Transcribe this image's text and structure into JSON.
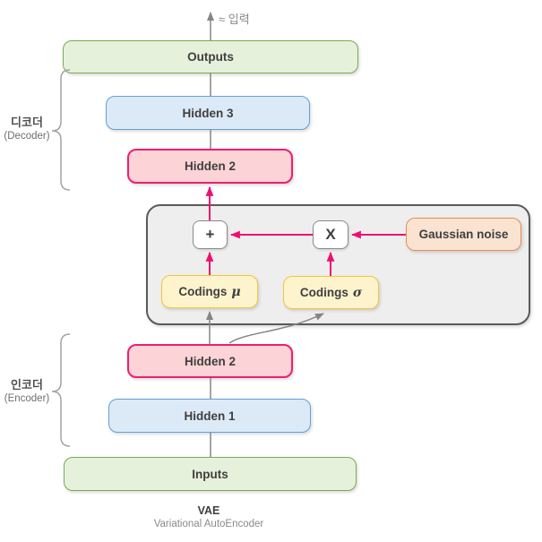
{
  "diagram": {
    "top_label": "≈ 입력",
    "decoder": {
      "ko": "디코더",
      "en": "(Decoder)"
    },
    "encoder": {
      "ko": "인코더",
      "en": "(Encoder)"
    },
    "nodes": {
      "outputs": "Outputs",
      "hidden3": "Hidden 3",
      "hidden2_decoder": "Hidden 2",
      "plus_op": "+",
      "multiply_op": "X",
      "gaussian_noise": "Gaussian noise",
      "codings_mu": {
        "text": "Codings",
        "symbol": "μ"
      },
      "codings_sigma": {
        "text": "Codings",
        "symbol": "σ"
      },
      "hidden2_encoder": "Hidden 2",
      "hidden1": "Hidden 1",
      "inputs": "Inputs"
    },
    "caption": {
      "title": "VAE",
      "subtitle": "Variational AutoEncoder"
    }
  },
  "colors": {
    "green_fill": "#e6f1db",
    "green_border": "#77ac51",
    "blue_fill": "#dceaf8",
    "blue_border": "#63a0d8",
    "pink_fill": "#fcd3d6",
    "pink_border": "#ee1f70",
    "yellow_fill": "#fdf3cd",
    "yellow_border": "#f2c63e",
    "orange_fill": "#fbe3d2",
    "orange_border": "#ea8c52",
    "panel_fill": "#eeeeee",
    "panel_border": "#5a5a5a",
    "op_fill": "#ffffff",
    "op_border": "#8a8a8a",
    "pink_arrow": "#ee0f72",
    "gray_line": "#858585",
    "brace": "#a3a3a3",
    "text_dark": "#3f3f3f",
    "text_gray": "#8a8a8a",
    "label_dark": "#4f4f4f",
    "label_gray": "#6f6f6f"
  }
}
